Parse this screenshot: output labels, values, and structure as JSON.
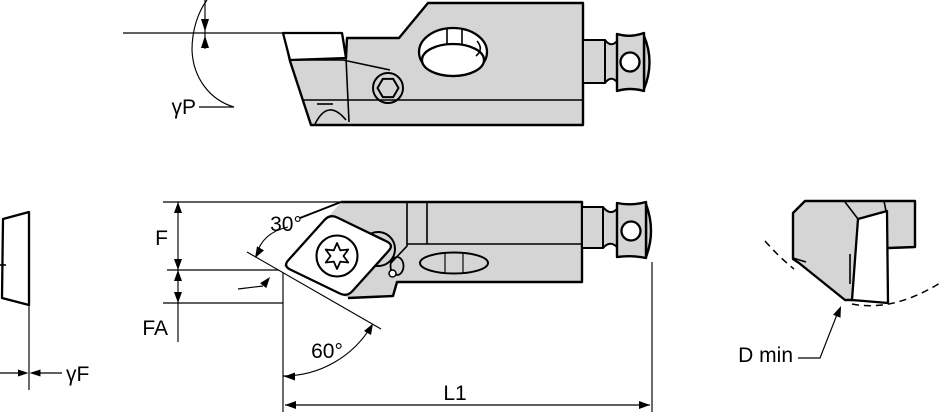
{
  "colors": {
    "bg": "#ffffff",
    "line": "#000000",
    "gray": "#d5d5d5",
    "white": "#ffffff"
  },
  "annotations": {
    "top_view": {
      "axial_rake_label": "γP"
    },
    "front_view": {
      "height_label": "F",
      "offset_label": "FA",
      "insert_angle_label": "30°",
      "lead_angle_label": "60°",
      "length_label": "L1"
    },
    "side_view": {
      "radial_rake_label": "γF"
    },
    "end_view": {
      "min_bore_label": "D min"
    }
  }
}
